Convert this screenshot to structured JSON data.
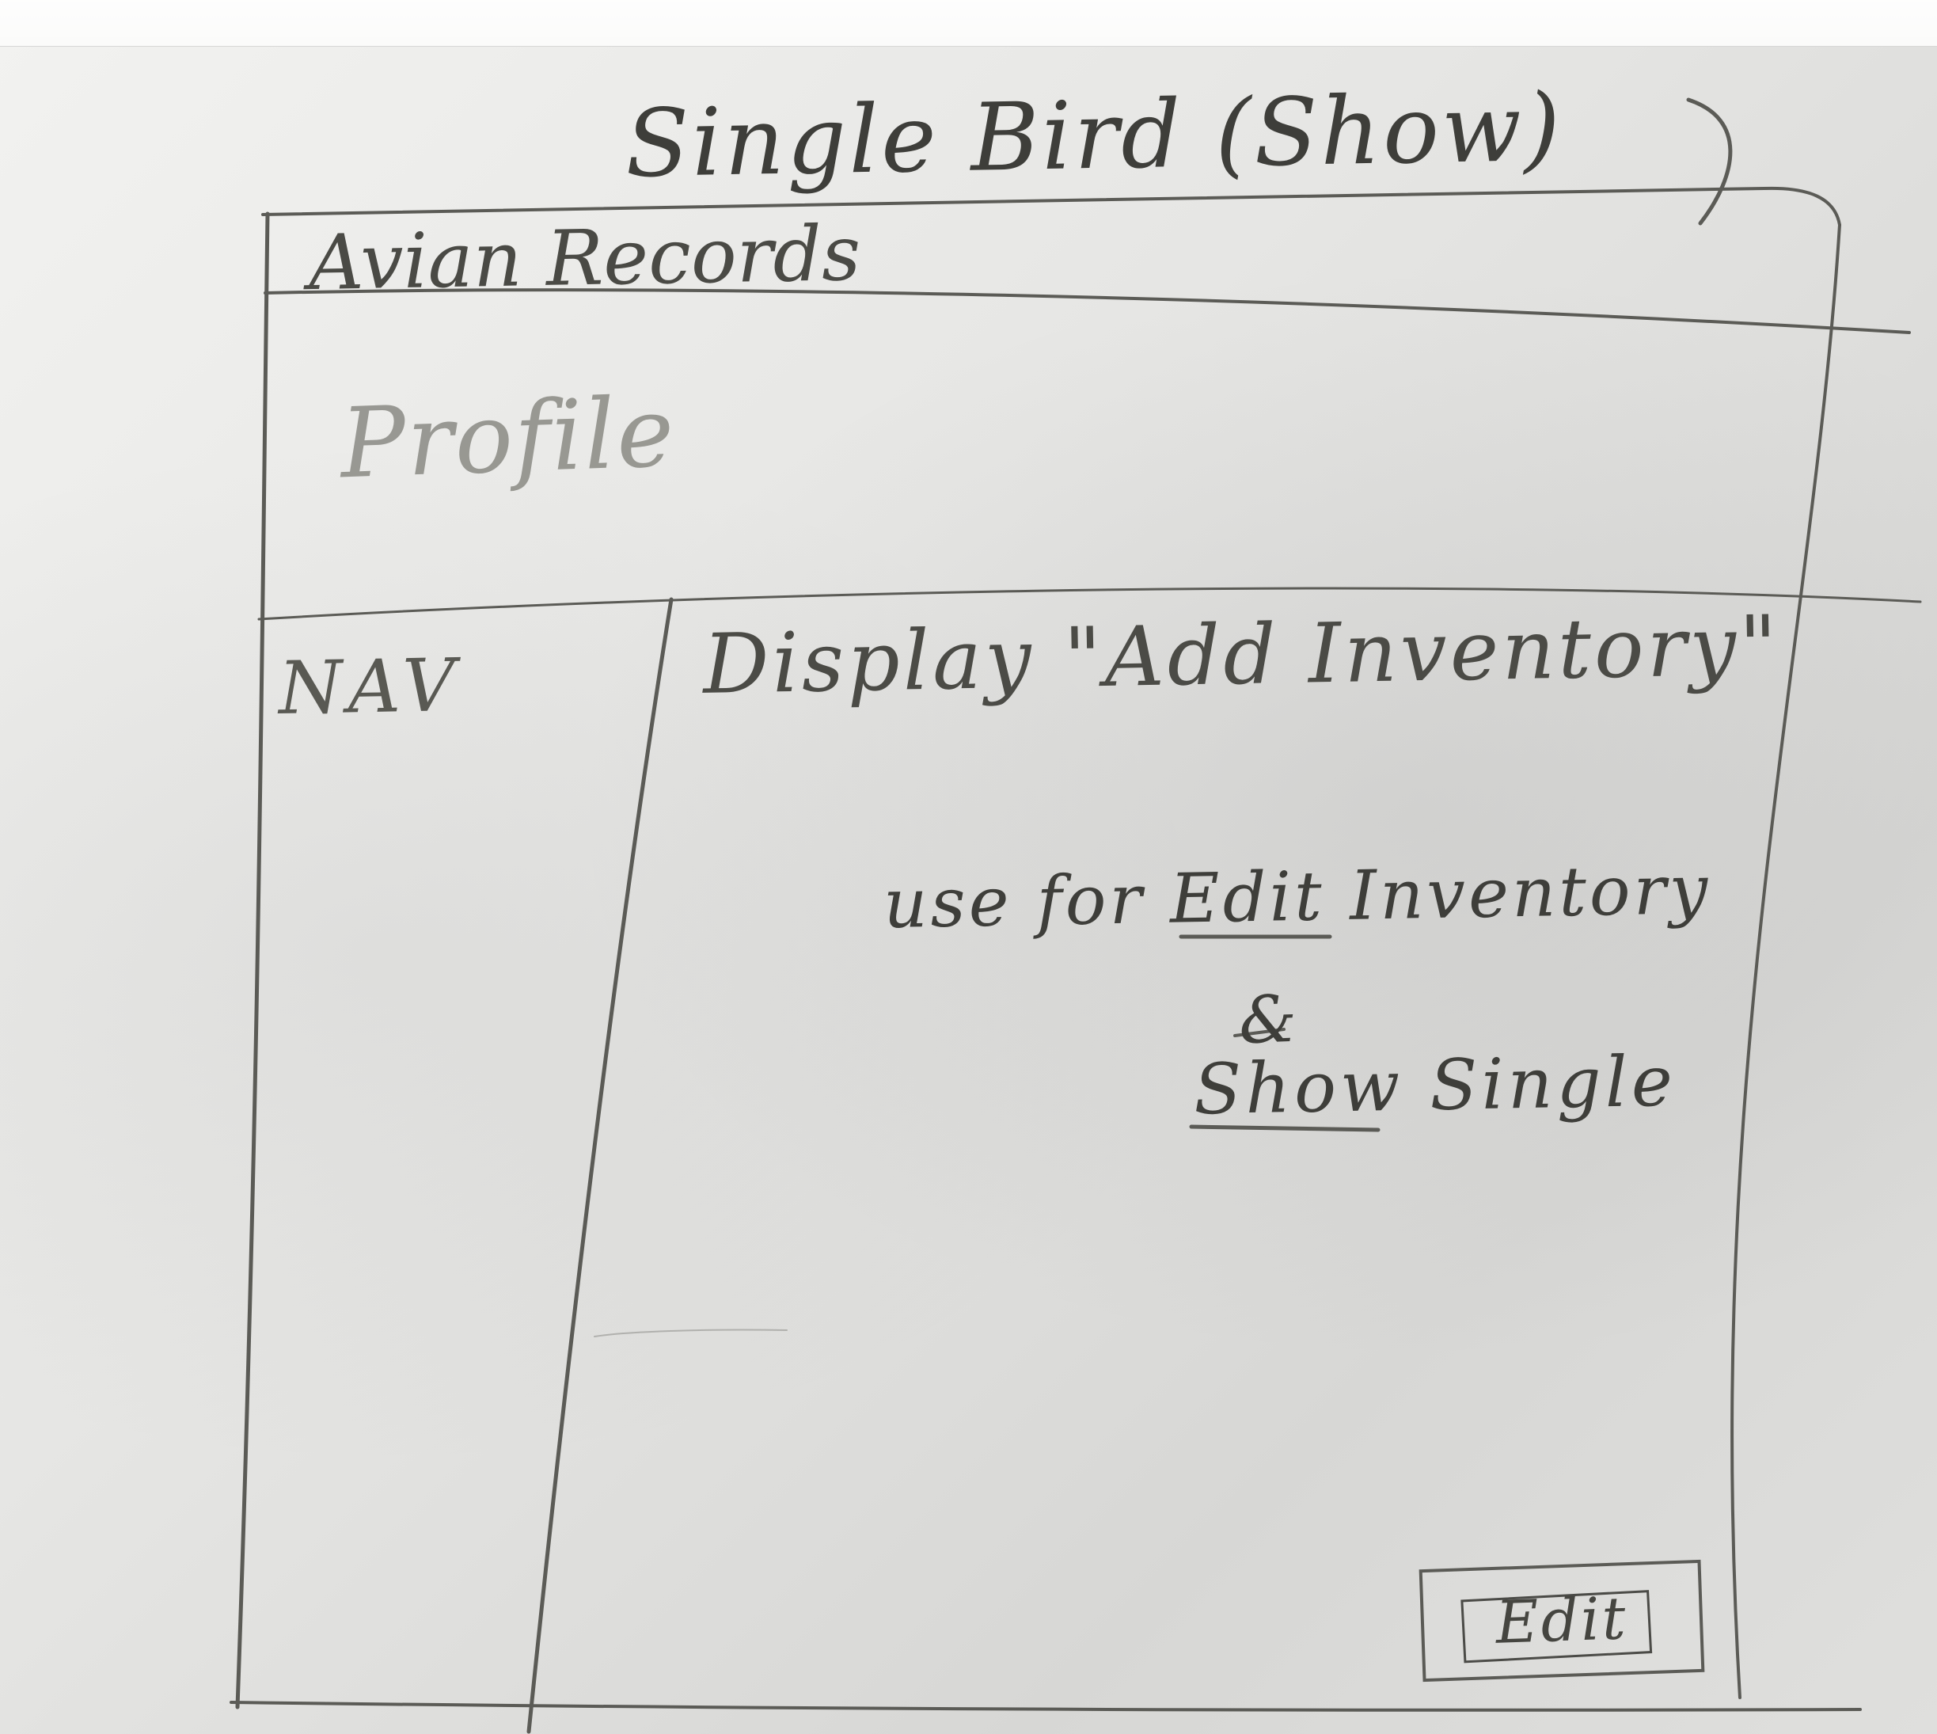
{
  "screen": {
    "title": "Single Bird (Show)",
    "app_name": "Avian Records"
  },
  "header": {
    "profile": "Profile"
  },
  "sidebar": {
    "label": "NAV"
  },
  "content": {
    "display_note": "Display \"Add Inventory\"",
    "edit_note": "use for Edit Inventory",
    "ampersand": "&",
    "show_note": "Show Single"
  },
  "actions": {
    "edit_label": "Edit"
  },
  "colors": {
    "pencil": "#3e3e3a",
    "faint_pencil": "#8b8b85",
    "paper": "#e6e6e4"
  }
}
